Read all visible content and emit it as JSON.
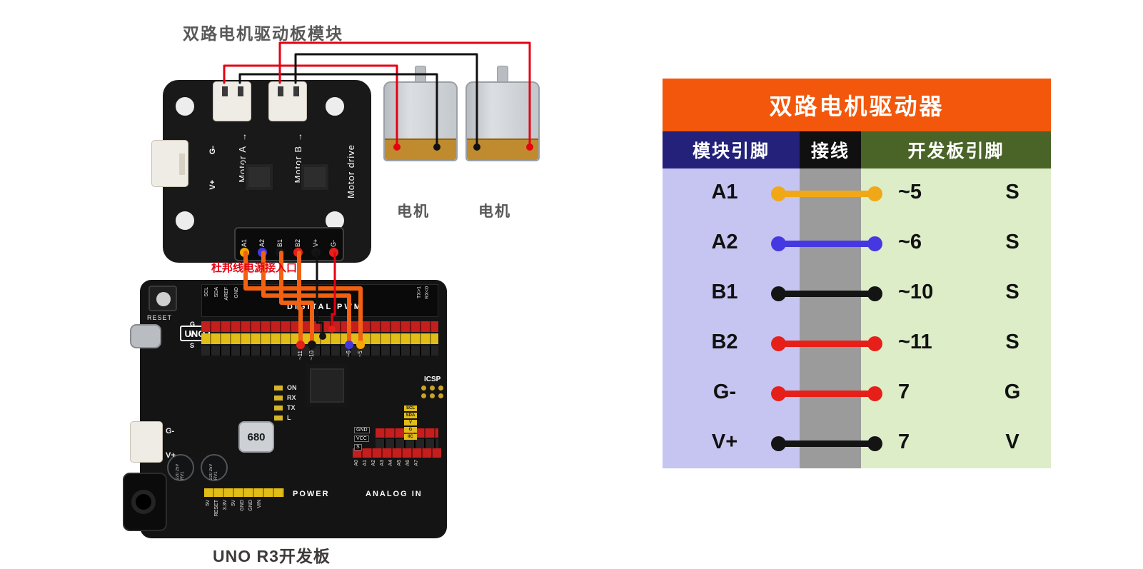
{
  "left_diagram": {
    "module_label": "双路电机驱动板模块",
    "power_inlet_label": "杜邦线电源接入口",
    "motor_labels": [
      "电机",
      "电机"
    ],
    "uno_caption": "UNO R3开发板",
    "arrow_up": "↑",
    "driver_board": {
      "motor_a": "Motor A",
      "motor_b": "Motor B",
      "board_name": "Motor drive",
      "power_in_neg": "G-",
      "power_in_pos": "V+",
      "pins": [
        {
          "label": "A1",
          "color": "#f7a600"
        },
        {
          "label": "A2",
          "color": "#4638e0"
        },
        {
          "label": "B1",
          "color": "#141414"
        },
        {
          "label": "B2",
          "color": "#e62019"
        },
        {
          "label": "V+",
          "color": "#141414"
        },
        {
          "label": "G-",
          "color": "#e62019"
        }
      ]
    },
    "uno_board": {
      "reset_label": "RESET",
      "logo": "UNO",
      "top_pin_labels": [
        "SCL",
        "SDA",
        "AREF",
        "GND"
      ],
      "digital_label": "DIGITAL PWM",
      "serial_labels": [
        "TX>1",
        "RX<0"
      ],
      "rail_labels": [
        "G",
        "V",
        "S"
      ],
      "pwm_labels": [
        "~11",
        "~10",
        "~6",
        "~5"
      ],
      "led_labels": [
        "ON",
        "RX",
        "TX",
        "L"
      ],
      "inductor_label": "680",
      "cap_label": "220 25V RV1",
      "jst_neg": "G-",
      "jst_pos": "V+",
      "power_section": "POWER",
      "analog_section": "ANALOG IN",
      "power_pins": [
        "5V",
        "RESET",
        "3.3V",
        "5V",
        "GND",
        "GND",
        "VIN"
      ],
      "analog_pins": [
        "A0",
        "A1",
        "A2",
        "A3",
        "A4",
        "A5",
        "A6",
        "A7"
      ],
      "icsp_label": "ICSP",
      "iic_pins": [
        "SCL",
        "SDA",
        "V",
        "G",
        "IIC"
      ],
      "io_labels": [
        "GND",
        "VCC",
        "S"
      ]
    },
    "wire_colors": {
      "red": "#e60012",
      "black": "#111111",
      "orange": "#f26012",
      "blue": "#4638e0"
    }
  },
  "table": {
    "title": "双路电机驱动器",
    "columns": [
      "模块引脚",
      "接线",
      "开发板引脚"
    ],
    "rows": [
      {
        "module_pin": "A1",
        "wire_color": "#f0a818",
        "board_pin": "~5",
        "pin_type": "S"
      },
      {
        "module_pin": "A2",
        "wire_color": "#4638e0",
        "board_pin": "~6",
        "pin_type": "S"
      },
      {
        "module_pin": "B1",
        "wire_color": "#141414",
        "board_pin": "~10",
        "pin_type": "S"
      },
      {
        "module_pin": "B2",
        "wire_color": "#e62019",
        "board_pin": "~11",
        "pin_type": "S"
      },
      {
        "module_pin": "G-",
        "wire_color": "#e62019",
        "board_pin": "7",
        "pin_type": "G"
      },
      {
        "module_pin": "V+",
        "wire_color": "#141414",
        "board_pin": "7",
        "pin_type": "V"
      }
    ],
    "colors": {
      "title_bg": "#f2570b",
      "header_module_bg": "#23217a",
      "header_wire_bg": "#101010",
      "header_board_bg": "#4a6428",
      "body_module_bg": "#c6c4f0",
      "body_wire_bg": "#9b9b9b",
      "body_board_bg": "#dcedc8",
      "header_text": "#ffffff",
      "row_text": "#111111"
    }
  }
}
